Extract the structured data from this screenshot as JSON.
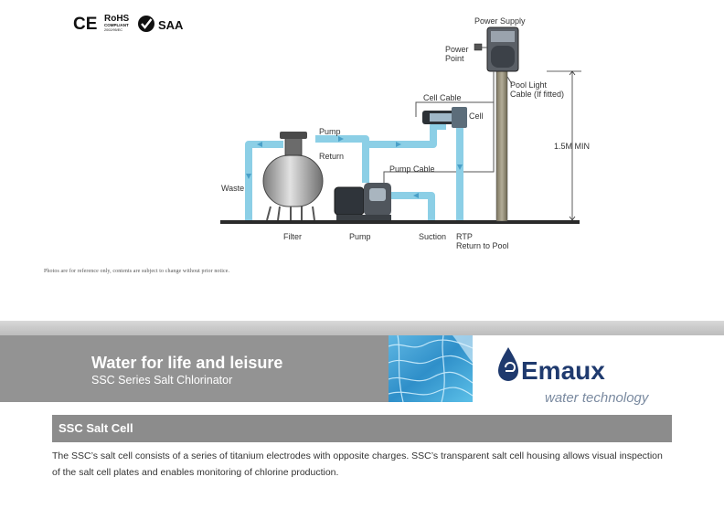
{
  "certifications": {
    "ce": "CE",
    "rohs": "RoHS",
    "rohs_sub1": "COMPLIANT",
    "rohs_sub2": "2002/95/EC",
    "saa": "SAA"
  },
  "diagram": {
    "power_supply": "Power Supply",
    "power_point_line1": "Power",
    "power_point_line2": "Point",
    "pool_light_line1": "Pool Light",
    "pool_light_line2": "Cable (If fitted)",
    "cell_cable": "Cell Cable",
    "cell": "Cell",
    "min_height": "1.5M MIN",
    "pump_pipe": "Pump",
    "return_pipe": "Return",
    "pump_cable": "Pump Cable",
    "waste": "Waste",
    "filter": "Filter",
    "pump": "Pump",
    "suction": "Suction",
    "rtp": "RTP",
    "return_to_pool": "Return to Pool"
  },
  "disclaimer": "Photos are for reference only, contents are subject to change without prior notice.",
  "banner": {
    "tagline": "Water for life and leisure",
    "subtitle": "SSC Series Salt Chlorinator"
  },
  "logo": {
    "brand": "Emaux",
    "slogan": "water technology"
  },
  "section": {
    "title": "SSC Salt Cell",
    "body_line1": "The SSC’s salt cell consists of a series of titanium electrodes with opposite charges. SSC’s transparent salt cell housing allows visual inspection",
    "body_line2": "of the salt cell plates and enables monitoring of chlorine production."
  },
  "colors": {
    "band_gray": "#939393",
    "section_gray": "#8c8c8c",
    "pipe_blue": "#8ccfe6",
    "logo_navy": "#1f3a6e"
  }
}
